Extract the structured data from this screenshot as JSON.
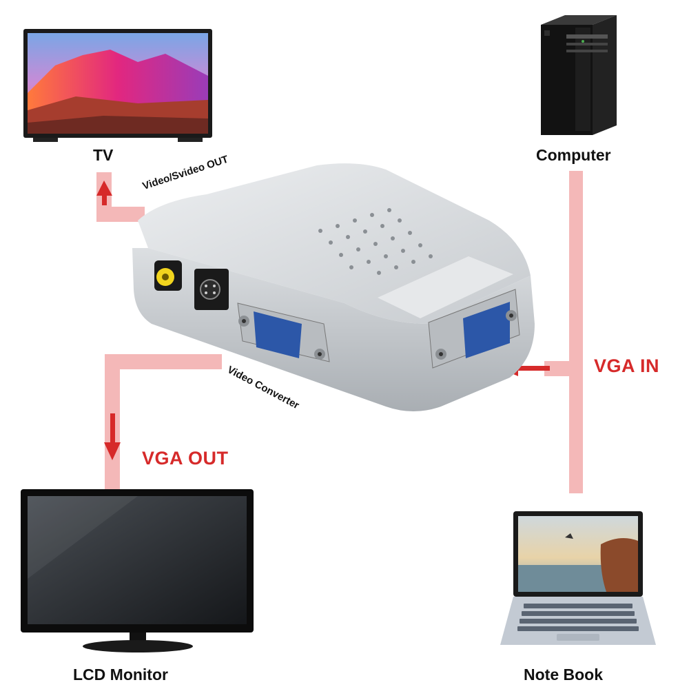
{
  "colors": {
    "connector": "#f4b8b8",
    "arrow": "#d62a2a",
    "label_red": "#d62a2a",
    "device_silver": "#d9dcdf",
    "vga_blue": "#2c57a8"
  },
  "devices": {
    "tv": {
      "label": "TV",
      "icon": "tv-icon"
    },
    "computer": {
      "label": "Computer",
      "icon": "desktop-tower-icon"
    },
    "monitor": {
      "label": "LCD Monitor",
      "icon": "lcd-monitor-icon"
    },
    "notebook": {
      "label": "Note Book",
      "icon": "laptop-icon"
    },
    "converter": {
      "label": "Video Converter",
      "icon": "video-converter-box-icon"
    }
  },
  "connections": {
    "video_out": "Video/Svideo OUT",
    "vga_in": "VGA IN",
    "vga_out": "VGA OUT"
  }
}
